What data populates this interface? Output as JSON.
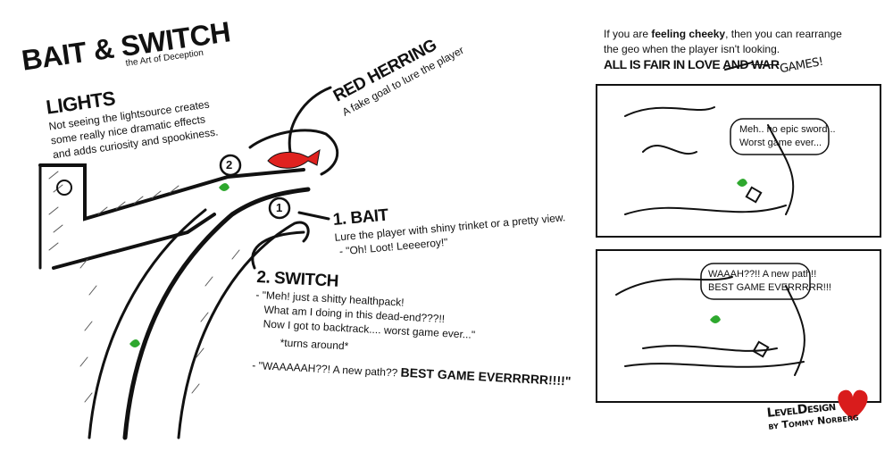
{
  "title": "BAIT & SWITCH",
  "subtitle": "the Art of Deception",
  "lights": {
    "heading": "LIGHTS",
    "lines": [
      "Not seeing the lightsource creates",
      "some really nice dramatic effects",
      "and adds curiosity and spookiness."
    ]
  },
  "red_herring": {
    "heading": "RED HERRING",
    "text": "A fake goal to lure the player"
  },
  "bait": {
    "heading": "1. BAIT",
    "text": "Lure the player with shiny trinket or a pretty view.",
    "quote": "- \"Oh! Loot! Leeeeroy!\""
  },
  "switch": {
    "heading": "2. SWITCH",
    "lines": [
      "- \"Meh! just a shitty healthpack!",
      "What am I doing in this dead-end???!!",
      "Now I got to backtrack.... worst game ever...\""
    ],
    "aside": "*turns around*",
    "final_prefix": "- \"WAAAAAH??! A new path?? ",
    "final_bold": "BEST GAME EVERRRRR!!!!\""
  },
  "markers": {
    "one": "1",
    "two": "2"
  },
  "cheeky": {
    "pre": "If you are ",
    "bold": "feeling cheeky",
    "post": ", then you can rearrange",
    "line2": "the geo when the player isn't looking.",
    "motto": "ALL IS FAIR IN LOVE AND ",
    "struck": "WAR",
    "handwritten": "GAMES!"
  },
  "panel1": {
    "bubble": [
      "Meh.. no epic sword...",
      "Worst game ever..."
    ]
  },
  "panel2": {
    "bubble": [
      "WAAAH??!! A new path!!",
      "BEST GAME EVERRRRR!!!"
    ]
  },
  "signature": {
    "line1": "LevelDesign",
    "line2": "by Tommy Norberg"
  },
  "colors": {
    "red_herring": "#e0221f",
    "healthpack": "#2ea82e",
    "heart": "#d91c1c",
    "ink": "#111111"
  }
}
